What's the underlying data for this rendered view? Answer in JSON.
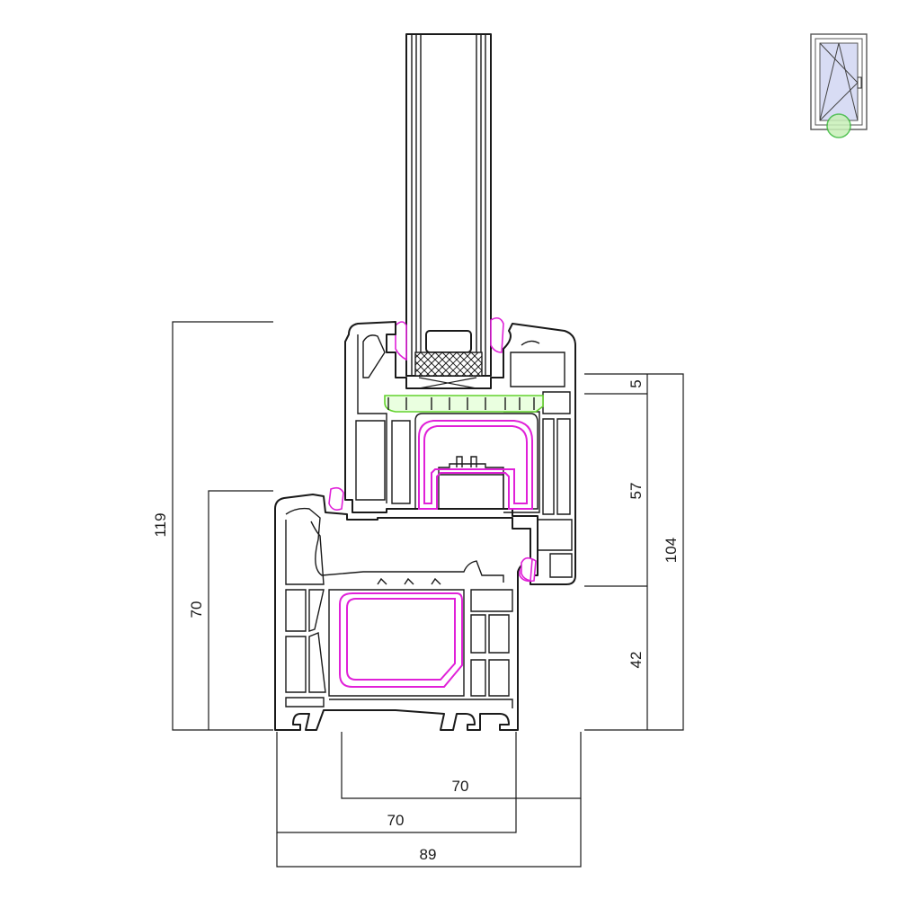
{
  "dimensions": {
    "frame_height_total": "119",
    "frame_height_inner": "70",
    "sash_overlap": "5",
    "sash_height": "57",
    "sash_height_total": "104",
    "frame_visible_height": "42",
    "sash_depth": "70",
    "frame_depth": "70",
    "total_depth": "89"
  },
  "colors": {
    "outline": "#1a1a1a",
    "steel_reinforcement": "#e020d8",
    "gasket_green": "#63d22d",
    "glass_pane": "#d8dcf4"
  },
  "icons": {
    "window_type": "tilt-turn-window-icon",
    "section_marker": "section-marker-circle"
  }
}
